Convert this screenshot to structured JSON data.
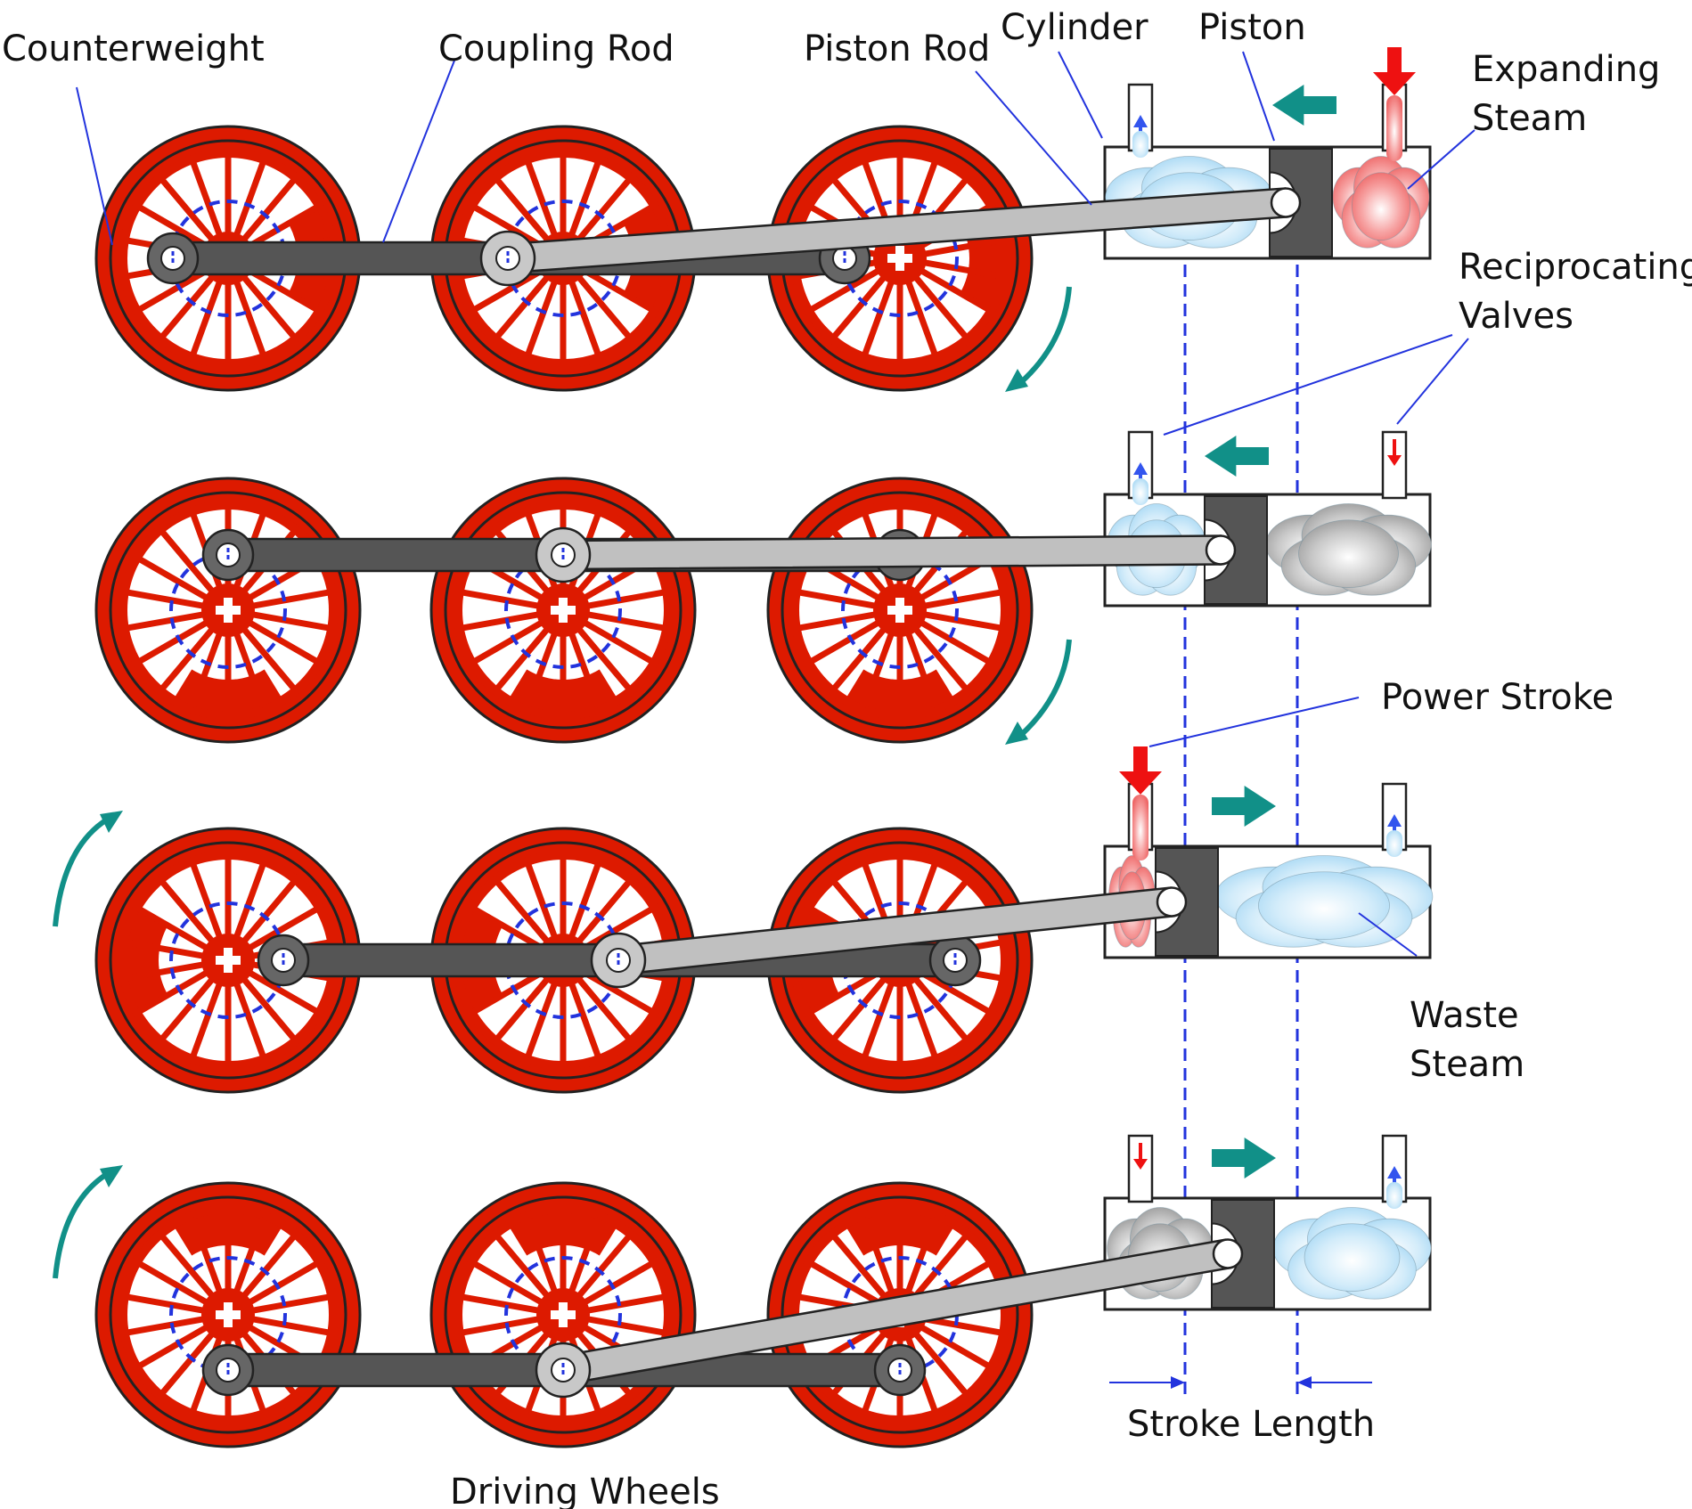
{
  "labels": {
    "counterweight": "Counterweight",
    "coupling_rod": "Coupling Rod",
    "piston_rod": "Piston Rod",
    "cylinder": "Cylinder",
    "piston": "Piston",
    "expanding_steam_1": "Expanding",
    "expanding_steam_2": "Steam",
    "reciprocating_valves_1": "Reciprocating",
    "reciprocating_valves_2": "Valves",
    "power_stroke": "Power Stroke",
    "waste_steam_1": "Waste",
    "waste_steam_2": "Steam",
    "stroke_length": "Stroke Length",
    "driving_wheels": "Driving Wheels"
  },
  "colors": {
    "wheel_red": "#dd1a00",
    "wheel_outline": "#222222",
    "coupling_rod": "#555555",
    "piston_rod": "#c0c0c0",
    "piston": "#555555",
    "live_steam": "#f07070",
    "exhaust_steam": "#bfe3f7",
    "spent_steam": "#b8b8b8",
    "guide_line": "#2233dd",
    "motion_arrow": "#119088",
    "steam_in_arrow": "#ee1111",
    "steam_out_arrow": "#3355ee"
  },
  "rows": [
    {
      "name": "row-1",
      "crank_angle_deg": 180,
      "motion_arrow": "left",
      "rotation": "clockwise-down",
      "left_valve": "exhaust",
      "right_valve": "intake",
      "left_chamber": "exhaust",
      "right_chamber": "live"
    },
    {
      "name": "row-2",
      "crank_angle_deg": 90,
      "motion_arrow": "left",
      "rotation": "clockwise-down",
      "left_valve": "exhaust",
      "right_valve": "closed-intake",
      "left_chamber": "exhaust",
      "right_chamber": "spent"
    },
    {
      "name": "row-3",
      "crank_angle_deg": 0,
      "motion_arrow": "right",
      "rotation": "clockwise-up",
      "left_valve": "intake",
      "right_valve": "exhaust",
      "left_chamber": "live",
      "right_chamber": "exhaust"
    },
    {
      "name": "row-4",
      "crank_angle_deg": 270,
      "motion_arrow": "right",
      "rotation": "clockwise-up",
      "left_valve": "closed-intake",
      "right_valve": "exhaust",
      "left_chamber": "spent",
      "right_chamber": "exhaust"
    }
  ]
}
